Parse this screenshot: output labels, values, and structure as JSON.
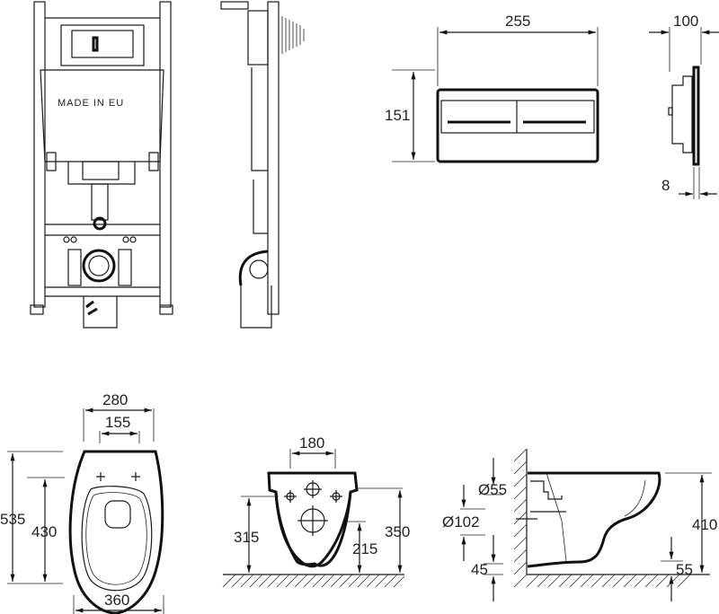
{
  "frame_front": {
    "label": "MADE IN EU"
  },
  "flush_plate": {
    "width": "255",
    "height": "151",
    "depth": "100",
    "thickness": "8"
  },
  "bowl_top": {
    "width_top": "280",
    "hole_spacing": "155",
    "length": "535",
    "to_holes": "430",
    "width_bottom": "360"
  },
  "bowl_rear": {
    "hole_spacing": "180",
    "hole_height": "315",
    "outlet_height": "215",
    "top_height": "350"
  },
  "bowl_side": {
    "inlet_diameter": "Ø55",
    "outlet_diameter": "Ø102",
    "bottom_clearance": "45",
    "height": "410",
    "base_offset": "55"
  }
}
